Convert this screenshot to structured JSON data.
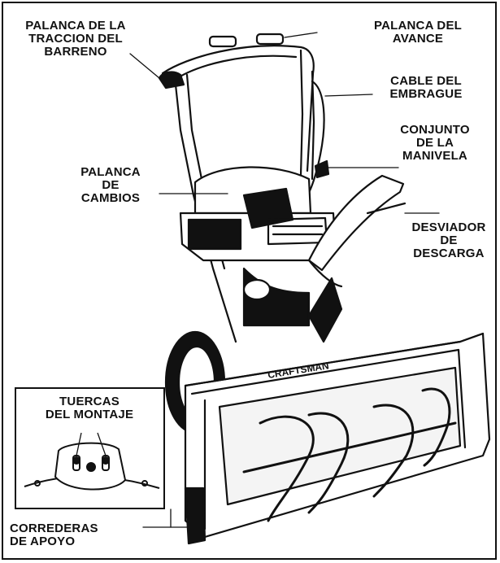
{
  "labels": {
    "auger_lever": "PALANCA DE LA\nTRACCION DEL\nBARRENO",
    "drive_lever": "PALANCA DEL\nAVANCE",
    "clutch_cable": "CABLE DEL\nEMBRAGUE",
    "crank_assembly": "CONJUNTO\nDE LA\nMANIVELA",
    "shift_lever": "PALANCA\nDE\nCAMBIOS",
    "discharge_chute": "DESVIADOR\nDE\nDESCARGA",
    "mounting_nuts": "TUERCAS\nDEL MONTAJE",
    "skid_shoes": "CORREDERAS\nDE APOYO"
  },
  "brand": "CRAFTSMAN"
}
